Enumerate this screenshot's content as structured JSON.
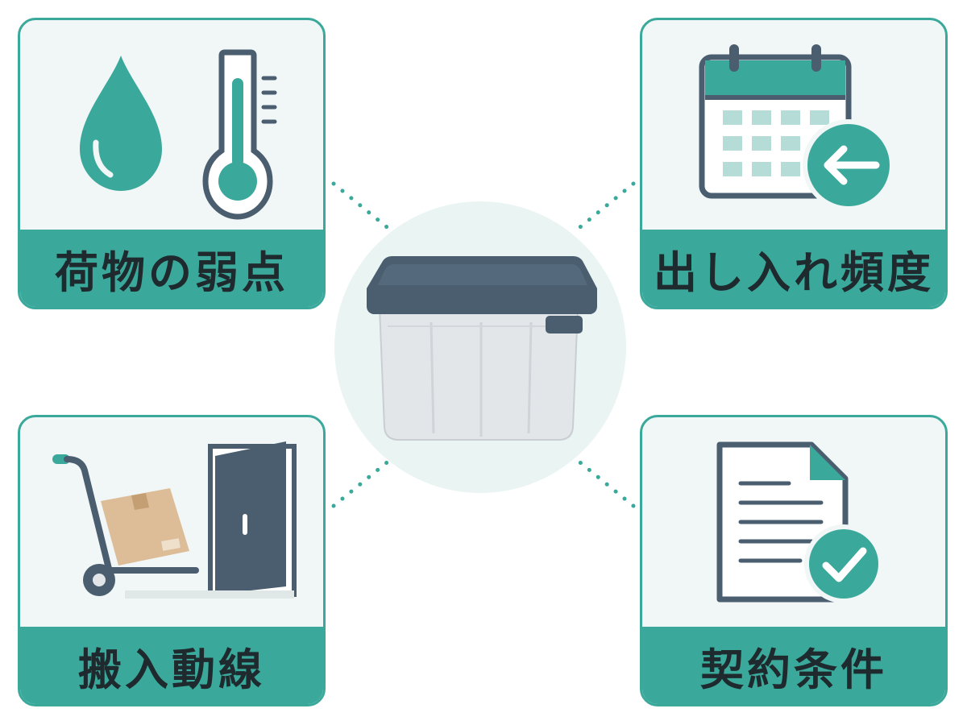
{
  "cards": {
    "top_left": {
      "label": "荷物の弱点",
      "icons": [
        "water-drop-icon",
        "thermometer-icon"
      ]
    },
    "top_right": {
      "label": "出し入れ頻度",
      "icons": [
        "calendar-icon",
        "arrow-left-icon"
      ]
    },
    "bottom_left": {
      "label": "搬入動線",
      "icons": [
        "hand-truck-icon",
        "cardboard-box-icon",
        "open-door-icon"
      ]
    },
    "bottom_right": {
      "label": "契約条件",
      "icons": [
        "document-icon",
        "checkmark-icon"
      ]
    }
  },
  "center": {
    "icon": "storage-box-icon"
  },
  "colors": {
    "accent": "#3aa99b",
    "card_background": "#f1f6f6",
    "hub_background": "#eaf4f3",
    "dark": "#4a5e70",
    "text": "#1f2a2e",
    "box_body": "#e3e6e9",
    "cardboard": "#dcbd98"
  }
}
